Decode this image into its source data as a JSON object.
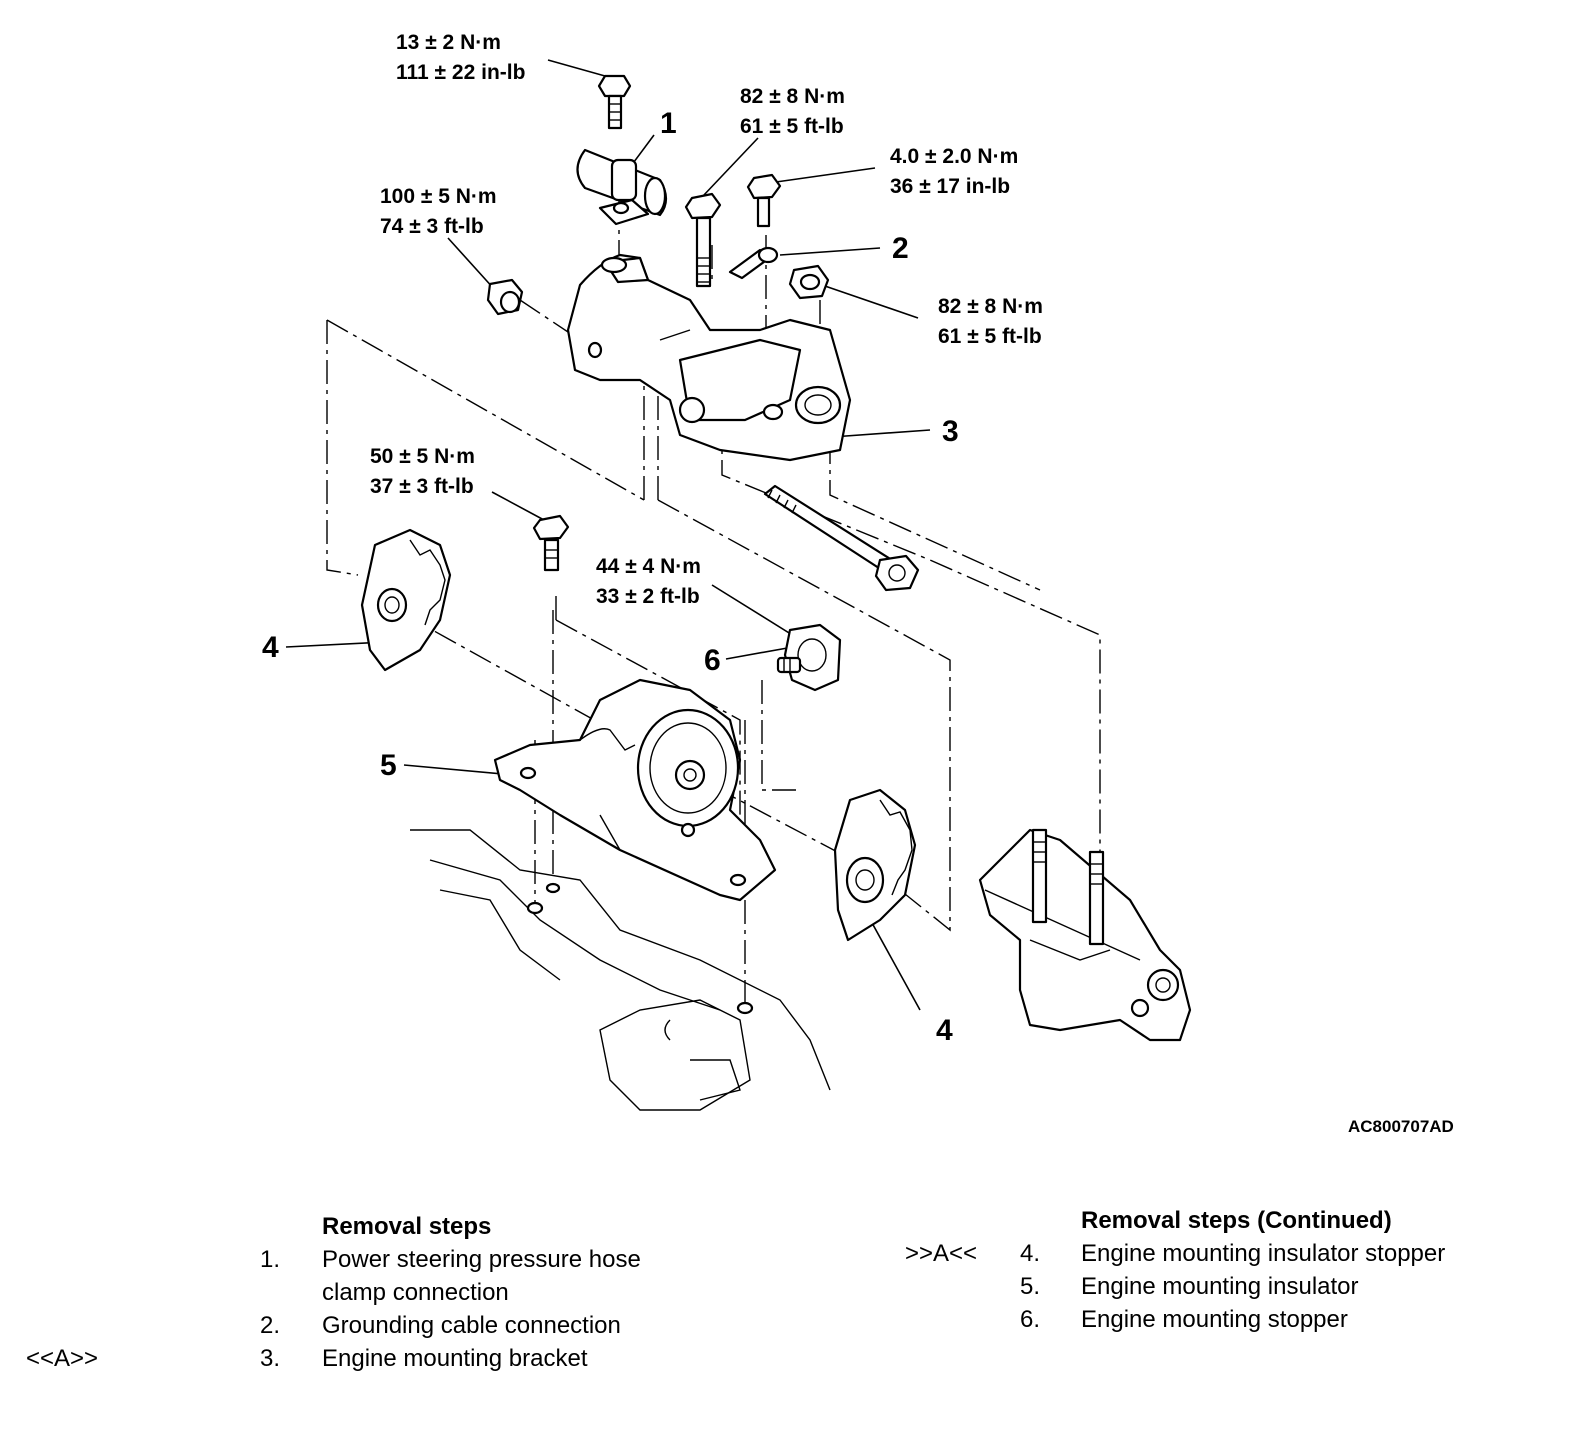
{
  "torque_specs": [
    {
      "nm": "13 ± 2 N·m",
      "imperial": "111 ± 22 in-lb"
    },
    {
      "nm": "82 ± 8 N·m",
      "imperial": "61 ± 5 ft-lb"
    },
    {
      "nm": "4.0 ± 2.0 N·m",
      "imperial": "36 ± 17 in-lb"
    },
    {
      "nm": "100 ± 5 N·m",
      "imperial": "74 ± 3 ft-lb"
    },
    {
      "nm": "82 ± 8 N·m",
      "imperial": "61 ± 5 ft-lb"
    },
    {
      "nm": "50 ± 5 N·m",
      "imperial": "37 ± 3 ft-lb"
    },
    {
      "nm": "44 ± 4 N·m",
      "imperial": "33 ± 2 ft-lb"
    }
  ],
  "callouts": {
    "c1": "1",
    "c2": "2",
    "c3": "3",
    "c4a": "4",
    "c4b": "4",
    "c5": "5",
    "c6": "6"
  },
  "figure_code": "AC800707AD",
  "steps_left": {
    "title": "Removal steps",
    "items": [
      {
        "marker": "",
        "num": "1.",
        "line1": "Power steering pressure hose",
        "line2": "clamp connection"
      },
      {
        "marker": "",
        "num": "2.",
        "line1": "Grounding cable connection"
      },
      {
        "marker": "<<A>>",
        "num": "3.",
        "line1": "Engine mounting bracket"
      }
    ]
  },
  "steps_right": {
    "title": "Removal steps (Continued)",
    "items": [
      {
        "marker": ">>A<<",
        "num": "4.",
        "line1": "Engine mounting insulator stopper"
      },
      {
        "marker": "",
        "num": "5.",
        "line1": "Engine mounting insulator"
      },
      {
        "marker": "",
        "num": "6.",
        "line1": "Engine mounting stopper"
      }
    ]
  }
}
